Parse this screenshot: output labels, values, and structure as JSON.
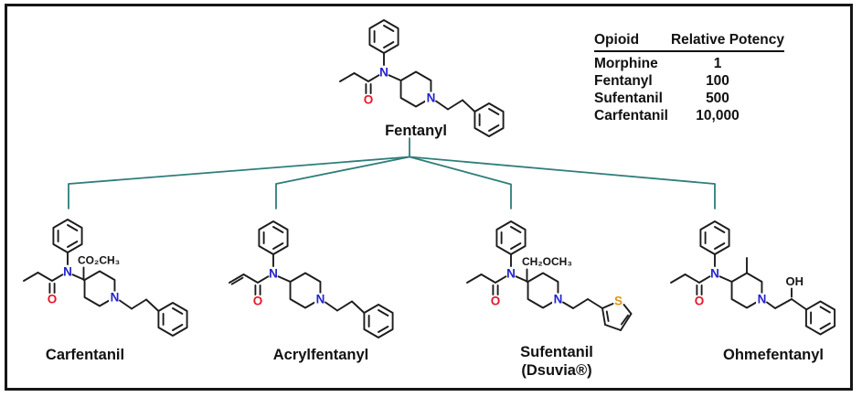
{
  "figure": {
    "background": "#ffffff",
    "border_color": "#161616"
  },
  "colors": {
    "bond": "#1c1c1c",
    "nitrogen": "#2323cf",
    "oxygen": "#e6182a",
    "sulfur": "#e0921e",
    "connector": "#2e7e7a"
  },
  "potency_table": {
    "header": {
      "opioid": "Opioid",
      "potency": "Relative Potency"
    },
    "rows": [
      {
        "opioid": "Morphine",
        "potency": "1"
      },
      {
        "opioid": "Fentanyl",
        "potency": "100"
      },
      {
        "opioid": "Sufentanil",
        "potency": "500"
      },
      {
        "opioid": "Carfentanil",
        "potency": "10,000"
      }
    ]
  },
  "molecules": {
    "fentanyl": {
      "label": "Fentanyl",
      "atoms": {
        "n_amide": "N",
        "o_carbonyl": "O",
        "n_piperidine": "N"
      }
    },
    "carfentanil": {
      "label": "Carfentanil",
      "atoms": {
        "n_amide": "N",
        "o_carbonyl": "O",
        "n_piperidine": "N",
        "ester": "CO₂CH₃"
      }
    },
    "acrylfentanyl": {
      "label": "Acrylfentanyl",
      "atoms": {
        "n_amide": "N",
        "o_carbonyl": "O",
        "n_piperidine": "N"
      }
    },
    "sufentanil": {
      "label": "Sufentanil",
      "label2": "(Dsuvia®)",
      "atoms": {
        "n_amide": "N",
        "o_carbonyl": "O",
        "n_piperidine": "N",
        "ether": "CH₂OCH₃",
        "s_thiophene": "S"
      }
    },
    "ohmefentanyl": {
      "label": "Ohmefentanyl",
      "atoms": {
        "n_amide": "N",
        "o_carbonyl": "O",
        "n_piperidine": "N",
        "hydroxyl": "OH"
      }
    }
  }
}
